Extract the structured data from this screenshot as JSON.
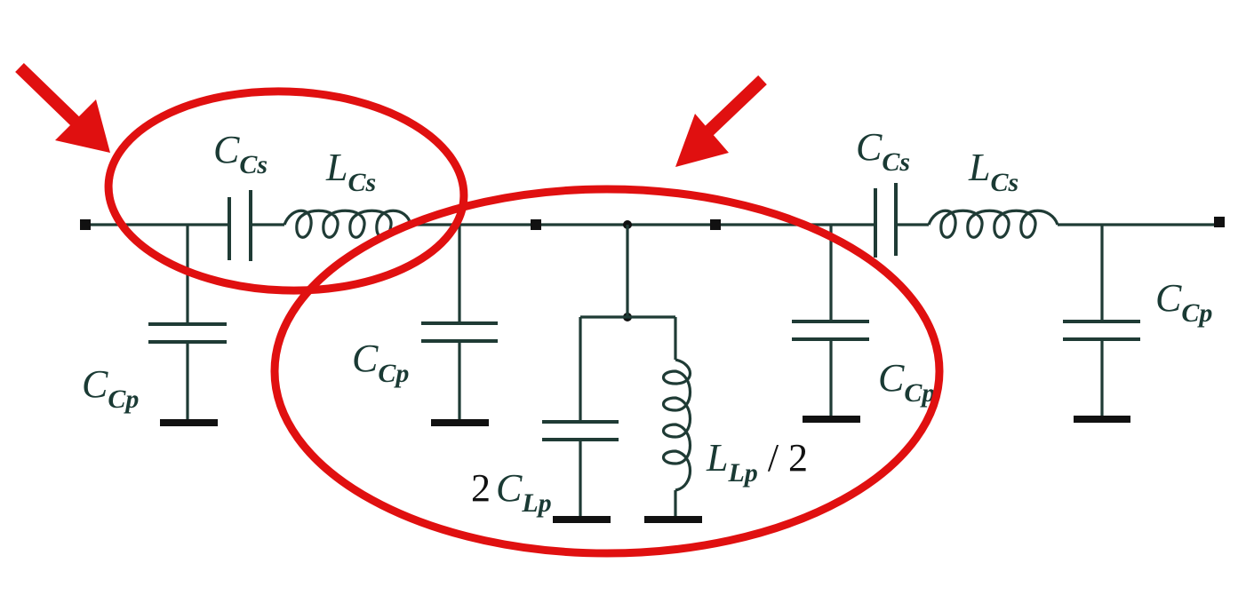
{
  "diagram": {
    "labels": {
      "series_cap_left": {
        "main": "C",
        "sub": "Cs"
      },
      "series_ind_left": {
        "main": "L",
        "sub": "Cs"
      },
      "series_cap_right": {
        "main": "C",
        "sub": "Cs"
      },
      "series_ind_right": {
        "main": "L",
        "sub": "Cs"
      },
      "shunt_cap_1": {
        "main": "C",
        "sub": "Cp"
      },
      "shunt_cap_2": {
        "main": "C",
        "sub": "Cp"
      },
      "shunt_cap_3": {
        "main": "C",
        "sub": "Cp"
      },
      "shunt_cap_4": {
        "main": "C",
        "sub": "Cp"
      },
      "resonator_cap": {
        "prefix": "2",
        "main": "C",
        "sub": "Lp"
      },
      "resonator_ind": {
        "main": "L",
        "sub": "Lp",
        "suffix": " / 2"
      }
    },
    "colors": {
      "wire": "#1f3b35",
      "highlight": "#e01010",
      "label": "#1a3a34"
    }
  }
}
